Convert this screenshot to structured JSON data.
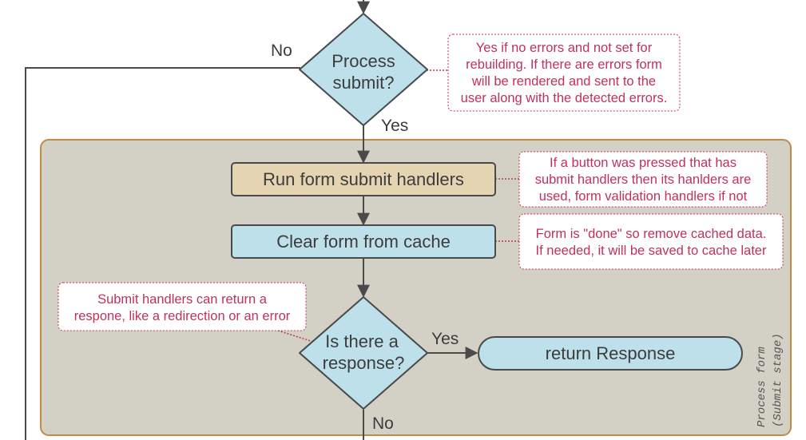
{
  "diagram": {
    "decision_process": [
      "Process",
      "submit?"
    ],
    "decision_response": [
      "Is there a",
      "response?"
    ],
    "step_run_handlers": "Run form submit handlers",
    "step_clear_cache": "Clear form from cache",
    "terminal_return": "return Response",
    "group_label": [
      "Process form",
      "(Submit stage)"
    ],
    "labels": {
      "process_no": "No",
      "process_yes": "Yes",
      "response_yes": "Yes",
      "response_no": "No"
    },
    "notes": {
      "process_submit": [
        "Yes if no errors and not set for",
        "rebuilding. If there are errors form",
        "will be rendered and sent to the",
        "user along with the detected errors."
      ],
      "run_handlers": [
        "If a button was pressed that has",
        "submit handlers then its hanlders are",
        "used, form validation handlers if not"
      ],
      "clear_cache": [
        "Form is \"done\" so remove cached data.",
        "If needed, it will be saved to cache later"
      ],
      "response": [
        "Submit handlers can return a",
        "respone, like a redirection or an error"
      ]
    },
    "colors": {
      "group_fill": "#d3d1c5",
      "group_border": "#c08a4a",
      "process_fill": "#bde0ea",
      "handler_fill": "#e5d4b2",
      "note_text": "#c0325a",
      "line": "#4a4a4a"
    }
  }
}
